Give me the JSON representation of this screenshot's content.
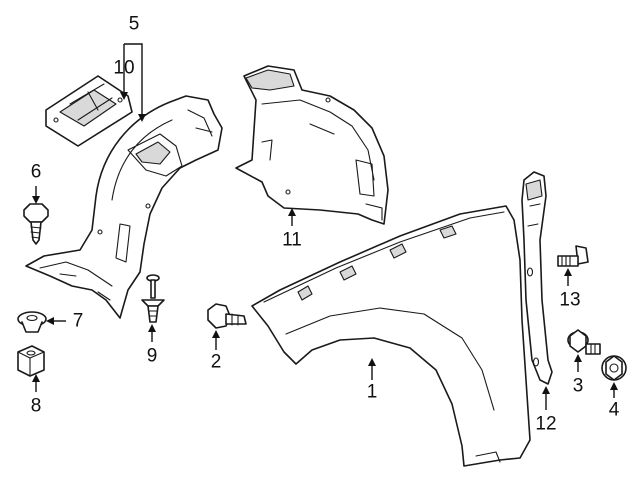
{
  "callouts": {
    "c1": "1",
    "c2": "2",
    "c3": "3",
    "c4": "4",
    "c5": "5",
    "c6": "6",
    "c7": "7",
    "c8": "8",
    "c9": "9",
    "c10": "10",
    "c11": "11",
    "c12": "12",
    "c13": "13"
  },
  "colors": {
    "line": "#1a1a1a",
    "shade": "#d9d9d9",
    "background": "#ffffff"
  }
}
